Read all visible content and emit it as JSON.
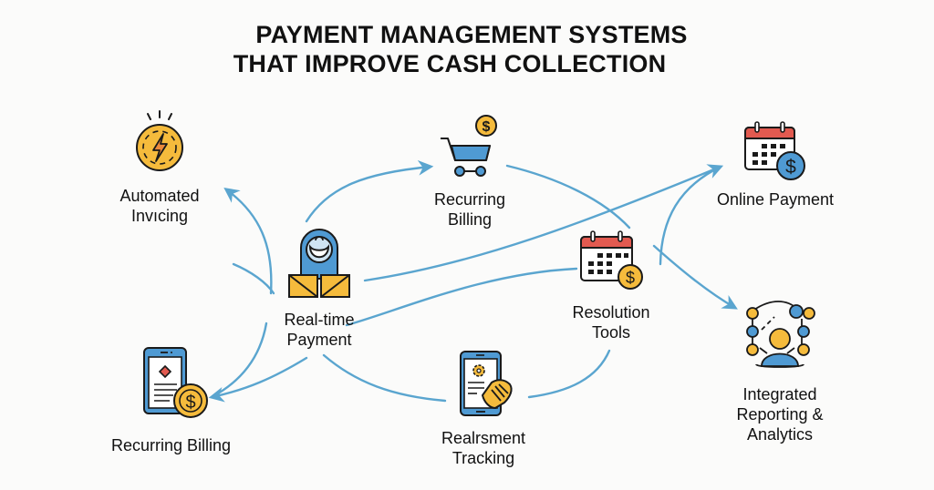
{
  "title": {
    "line1": "PAYMENT MANAGEMENT SYSTEMS",
    "line2": "THAT IMPROVE CASH COLLECTION"
  },
  "colors": {
    "arrow": "#5aa5cf",
    "blue": "#4f9ad3",
    "yellow": "#f5bb3c",
    "red": "#e25a50",
    "outline": "#1a1a1a"
  },
  "nodes": [
    {
      "id": "automated-invoicing",
      "icon": "lightning-coin-icon",
      "line1": "Automated",
      "line2": "Invıcing"
    },
    {
      "id": "recurring-billing-top",
      "icon": "shopping-cart-dollar-icon",
      "line1": "Recurring",
      "line2": "Billing"
    },
    {
      "id": "online-payment",
      "icon": "calendar-dollar-icon",
      "line1": "Online Payment"
    },
    {
      "id": "real-time-payment",
      "icon": "smiling-mascot-envelope-icon",
      "line1": "Real-time",
      "line2": "Payment"
    },
    {
      "id": "resolution-tools",
      "icon": "calendar-dollar-icon",
      "line1": "Resolution",
      "line2": "Tools"
    },
    {
      "id": "integrated-reporting",
      "icon": "user-network-icon",
      "line1": "Integrated",
      "line2": "Reporting &",
      "line3": "Analytics"
    },
    {
      "id": "recurring-billing-bottom",
      "icon": "tablet-coin-icon",
      "line1": "Recurring Billing"
    },
    {
      "id": "realrsment-tracking",
      "icon": "phone-handshake-icon",
      "line1": "Realrsment",
      "line2": "Tracking"
    }
  ]
}
